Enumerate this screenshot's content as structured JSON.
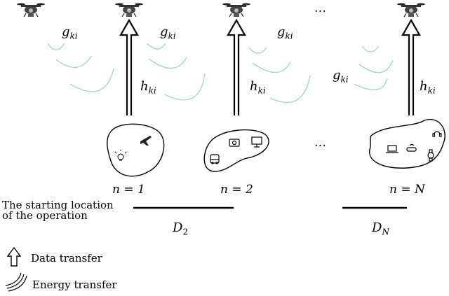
{
  "clusters": [
    {
      "id": "cluster-1",
      "label": "n = 1",
      "devices": [
        "lightbulb-icon",
        "airplane-icon"
      ]
    },
    {
      "id": "cluster-2",
      "label": "n = 2",
      "devices": [
        "camera-icon",
        "monitor-icon",
        "bus-icon"
      ]
    },
    {
      "id": "cluster-n",
      "label": "n = N",
      "devices": [
        "laptop-icon",
        "router-icon",
        "watch-icon",
        "headphones-icon"
      ]
    }
  ],
  "labels": {
    "g": "g",
    "g_sub": "ki",
    "h": "h",
    "h_sub": "ki",
    "ellipsis": "…",
    "start_location": "The starting location\nof the operation",
    "d2": "D",
    "d2_sub": "2",
    "dn": "D",
    "dn_sub": "N"
  },
  "legend": {
    "data": "Data transfer",
    "energy": "Energy transfer"
  },
  "colors": {
    "energy_wave": "#a8d6c6",
    "line": "#000000"
  }
}
